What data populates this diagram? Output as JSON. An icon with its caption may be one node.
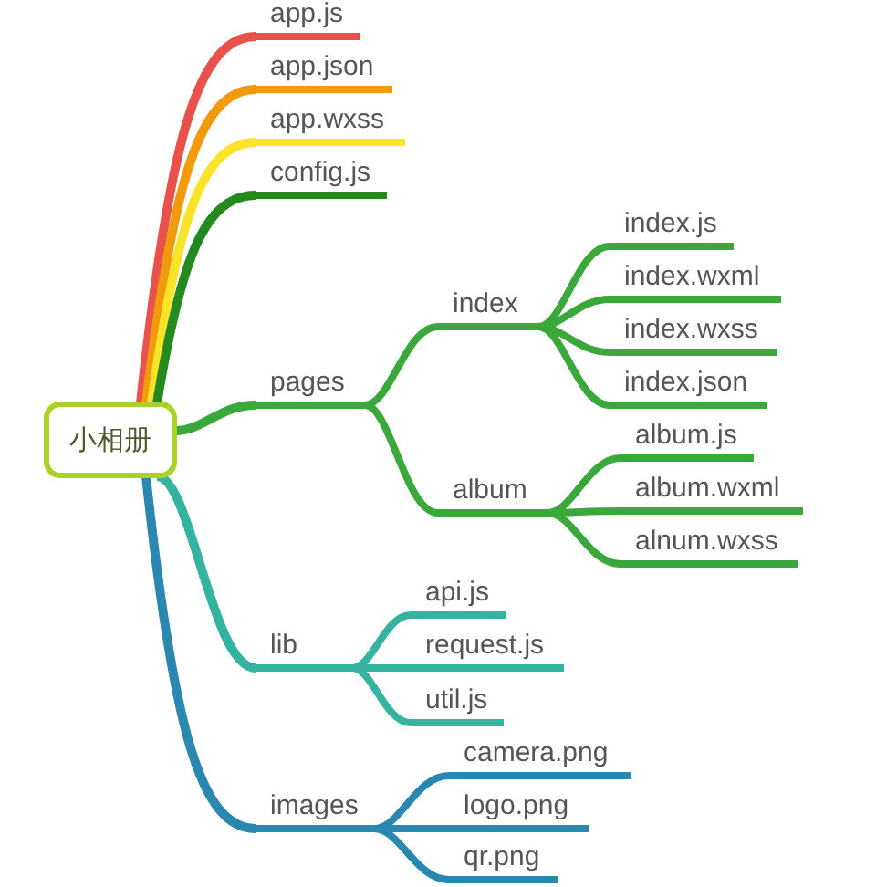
{
  "diagram": {
    "nodes": [
      {
        "text": [
          "小相册"
        ]
      },
      {
        "text": [
          "app.js"
        ]
      },
      {
        "text": [
          "app.json"
        ]
      },
      {
        "text": [
          "app.wxss"
        ]
      },
      {
        "text": [
          "config.js"
        ]
      },
      {
        "text": [
          "pages"
        ]
      },
      {
        "text": [
          "index"
        ]
      },
      {
        "text": [
          "index.js"
        ]
      },
      {
        "text": [
          "index.wxml"
        ]
      },
      {
        "text": [
          "index.wxss"
        ]
      },
      {
        "text": [
          "index.json"
        ]
      },
      {
        "text": [
          "album"
        ]
      },
      {
        "text": [
          "album.js"
        ]
      },
      {
        "text": [
          "album.wxml"
        ]
      },
      {
        "text": [
          "alnum.wxss"
        ]
      },
      {
        "text": [
          "lib"
        ]
      },
      {
        "text": [
          "api.js"
        ]
      },
      {
        "text": [
          "request.js"
        ]
      },
      {
        "text": [
          "util.js"
        ]
      },
      {
        "text": [
          "images"
        ]
      },
      {
        "text": [
          "camera.png"
        ]
      },
      {
        "text": [
          "logo.png"
        ]
      },
      {
        "text": [
          "qr.png"
        ]
      }
    ],
    "edges": [
      {
        "from": 0,
        "to": 1,
        "arrow": "none",
        "color": "#e8524a"
      },
      {
        "from": 0,
        "to": 2,
        "arrow": "none",
        "color": "#f09a0c"
      },
      {
        "from": 0,
        "to": 3,
        "arrow": "none",
        "color": "#fbe32a"
      },
      {
        "from": 0,
        "to": 4,
        "arrow": "none",
        "color": "#24891f"
      },
      {
        "from": 0,
        "to": 5,
        "arrow": "none"
      },
      {
        "from": 5,
        "to": 6,
        "arrow": "none"
      },
      {
        "from": 6,
        "to": 7,
        "arrow": "none"
      },
      {
        "from": 6,
        "to": 8,
        "arrow": "none"
      },
      {
        "from": 6,
        "to": 9,
        "arrow": "none"
      },
      {
        "from": 6,
        "to": 10,
        "arrow": "none"
      },
      {
        "from": 5,
        "to": 11,
        "arrow": "none"
      },
      {
        "from": 11,
        "to": 12,
        "arrow": "none"
      },
      {
        "from": 11,
        "to": 13,
        "arrow": "none"
      },
      {
        "from": 11,
        "to": 14,
        "arrow": "none"
      },
      {
        "from": 0,
        "to": 15,
        "arrow": "none",
        "color": "#34b3a0"
      },
      {
        "from": 15,
        "to": 16,
        "arrow": "none",
        "color": "#34b3a0"
      },
      {
        "from": 15,
        "to": 17,
        "arrow": "none",
        "color": "#34b3a0"
      },
      {
        "from": 15,
        "to": 18,
        "arrow": "none",
        "color": "#34b3a0"
      },
      {
        "from": 0,
        "to": 19,
        "arrow": "none",
        "color": "#2a88b0"
      },
      {
        "from": 19,
        "to": 20,
        "arrow": "none",
        "color": "#2a88b0"
      },
      {
        "from": 19,
        "to": 21,
        "arrow": "none",
        "color": "#2a88b0"
      },
      {
        "from": 19,
        "to": 22,
        "arrow": "none",
        "color": "#2a88b0"
      }
    ]
  }
}
